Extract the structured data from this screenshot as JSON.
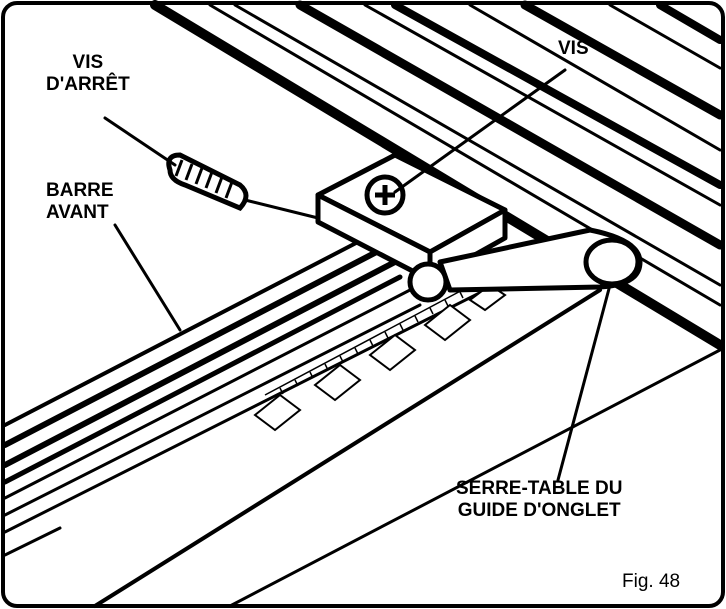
{
  "labels": {
    "vis_arret_line1": "VIS",
    "vis_arret_line2": "D'ARRÊT",
    "vis": "VIS",
    "barre_line1": "BARRE",
    "barre_line2": "AVANT",
    "serre_line1": "SERRE-TABLE DU",
    "serre_line2": "GUIDE D'ONGLET"
  },
  "figure": {
    "number": "Fig. 48"
  }
}
